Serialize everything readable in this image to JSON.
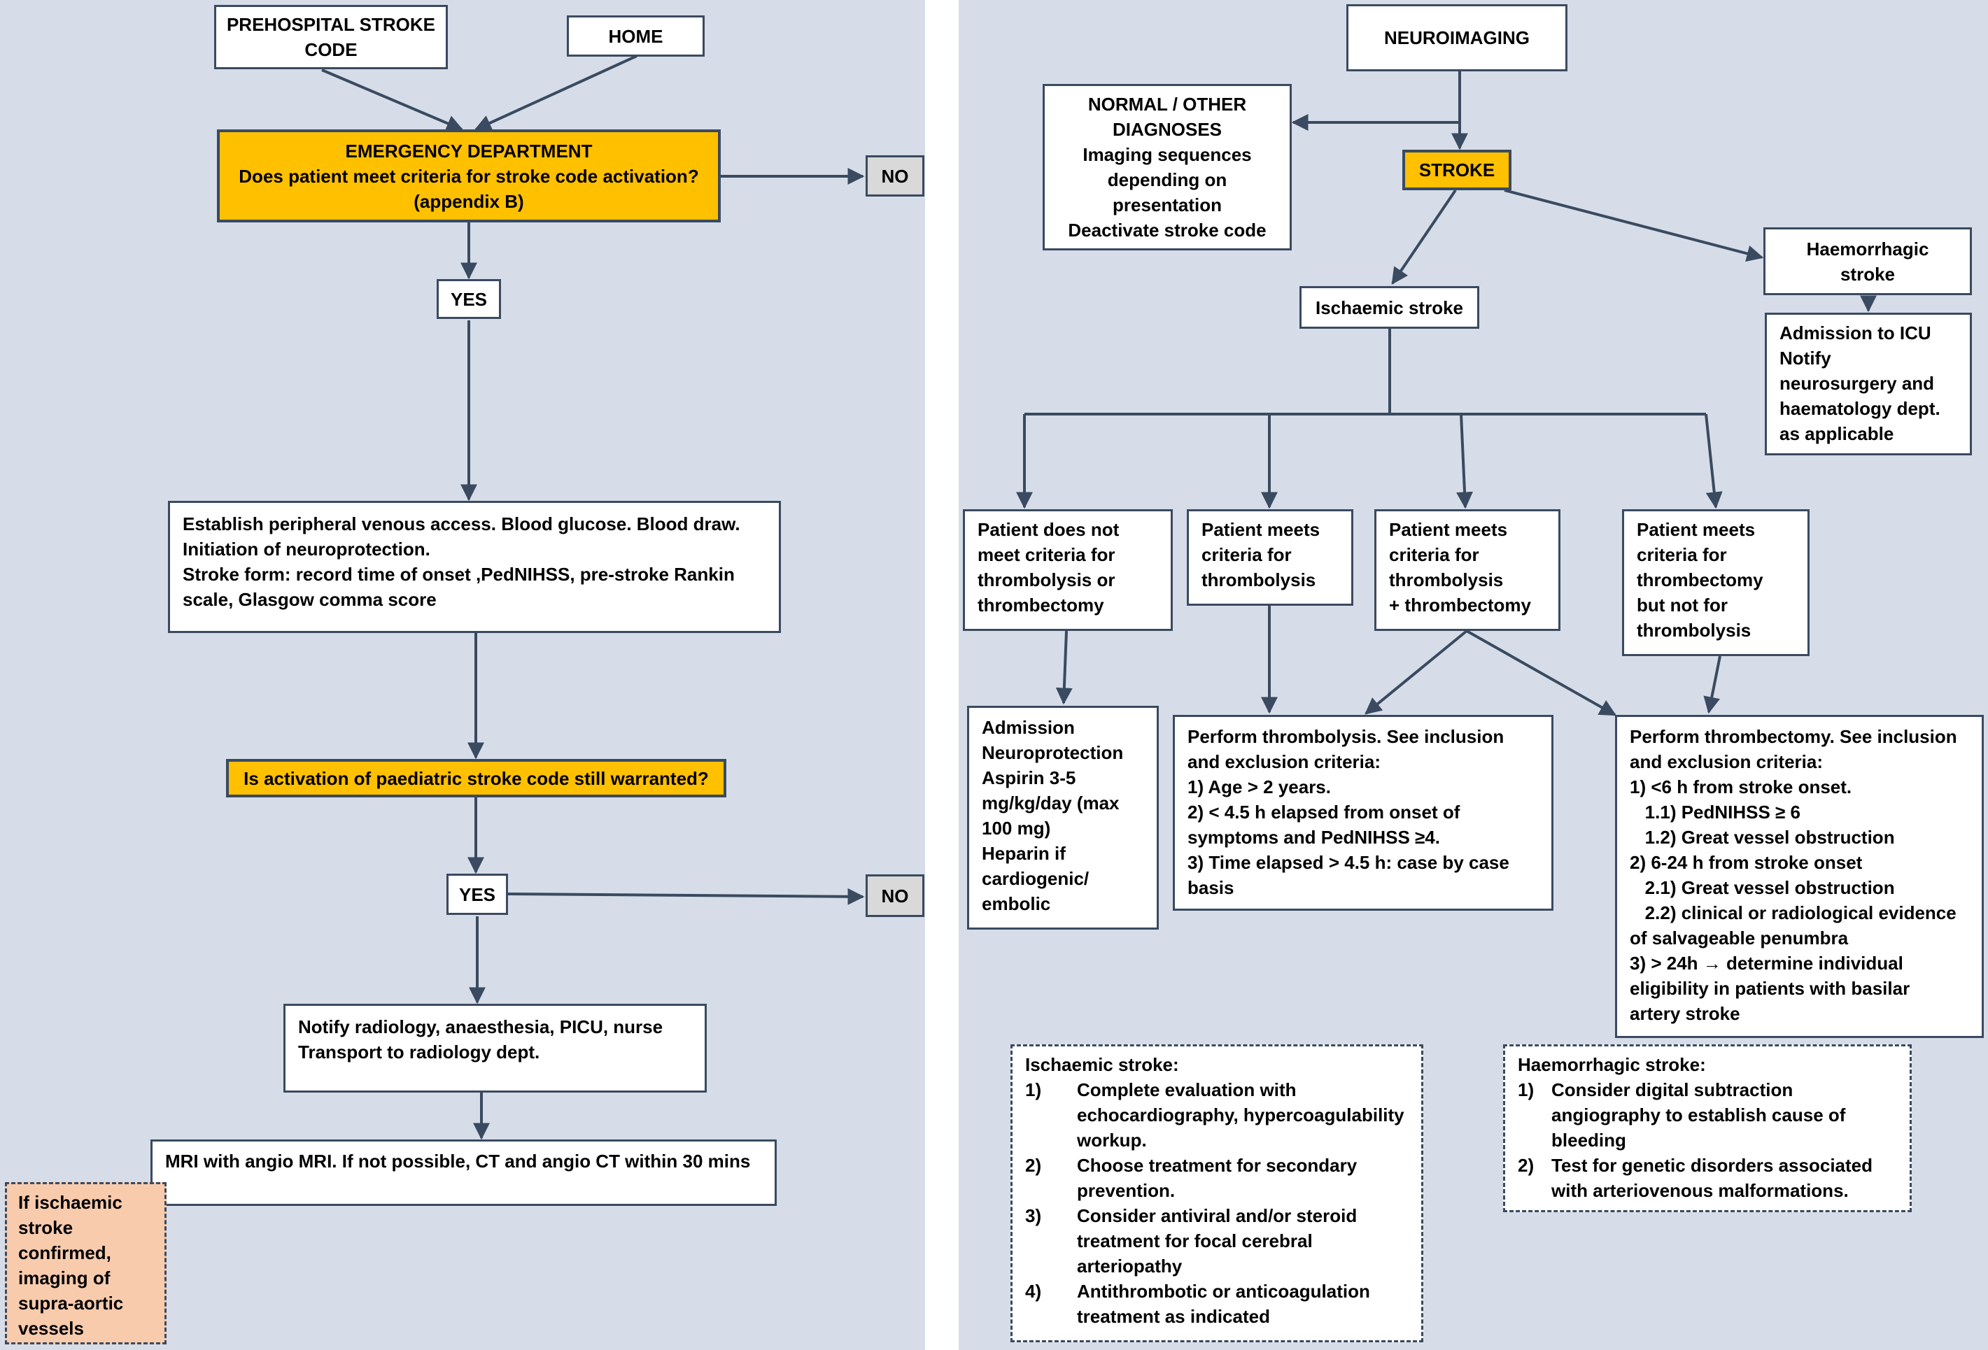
{
  "left": {
    "prehospital": [
      "PREHOSPITAL STROKE",
      "CODE"
    ],
    "home": "HOME",
    "emergency": [
      "EMERGENCY DEPARTMENT",
      "Does patient meet criteria for stroke code activation?",
      "(appendix B)"
    ],
    "no1": "NO",
    "yes1": "YES",
    "establish": [
      "Establish peripheral venous access. Blood glucose. Blood draw.",
      "Initiation of neuroprotection.",
      "Stroke form: record time of onset ,PedNIHSS, pre-stroke Rankin",
      "scale, Glasgow comma score"
    ],
    "activation": "Is activation of paediatric stroke code still warranted?",
    "yes2": "YES",
    "no2": "NO",
    "notify": [
      "Notify radiology, anaesthesia, PICU, nurse",
      "Transport to radiology dept."
    ],
    "mri": "MRI with angio MRI. If not possible, CT and angio CT within 30 mins",
    "ischaemic_note": [
      "If ischaemic",
      "stroke",
      "confirmed,",
      "imaging of",
      "supra-aortic",
      "vessels"
    ]
  },
  "right": {
    "neuroimaging": "NEUROIMAGING",
    "normal": [
      "NORMAL / OTHER",
      "DIAGNOSES",
      "Imaging sequences",
      "depending on",
      "presentation",
      "Deactivate stroke code"
    ],
    "stroke": "STROKE",
    "haemorrhagic": [
      "Haemorrhagic",
      "stroke"
    ],
    "icu": [
      "Admission to ICU",
      "Notify",
      "neurosurgery and",
      "haematology dept.",
      "as applicable"
    ],
    "ischaemic": "Ischaemic stroke",
    "crit_none": [
      "Patient does not",
      "meet criteria for",
      "thrombolysis or",
      "thrombectomy"
    ],
    "crit_lysis": [
      "Patient meets",
      "criteria for",
      "thrombolysis"
    ],
    "crit_both": [
      "Patient meets",
      "criteria for",
      "thrombolysis",
      "+ thrombectomy"
    ],
    "crit_ectomy": [
      "Patient meets",
      "criteria for",
      "thrombectomy",
      "but not for",
      "thrombolysis"
    ],
    "admission": [
      "Admission",
      "Neuroprotection",
      "Aspirin 3-5",
      "mg/kg/day (max",
      "100 mg)",
      "Heparin if",
      "cardiogenic/",
      "embolic"
    ],
    "thrombolysis": [
      "Perform thrombolysis. See inclusion",
      "and exclusion criteria:",
      "1) Age > 2 years.",
      "2) < 4.5 h elapsed from onset of",
      "symptoms and PedNIHSS ≥4.",
      "3) Time elapsed > 4.5 h: case by case",
      "basis"
    ],
    "thrombectomy": [
      "Perform thrombectomy. See inclusion",
      "and exclusion criteria:",
      "1) <6 h from stroke onset.",
      "   1.1) PedNIHSS ≥ 6",
      "   1.2) Great vessel obstruction",
      "2) 6-24 h from stroke onset",
      "   2.1) Great vessel obstruction",
      "   2.2) clinical or radiological evidence",
      "of salvageable penumbra",
      "3) > 24h → determine individual",
      "eligibility in patients with basilar",
      "artery stroke"
    ],
    "isch_box": {
      "title": "Ischaemic stroke:",
      "items": [
        {
          "num": "1)",
          "lines": [
            "Complete evaluation with",
            "echocardiography, hypercoagulability",
            "workup."
          ]
        },
        {
          "num": "2)",
          "lines": [
            "Choose treatment for secondary",
            "prevention."
          ]
        },
        {
          "num": "3)",
          "lines": [
            "Consider antiviral and/or steroid",
            "treatment for focal  cerebral",
            "arteriopathy"
          ]
        },
        {
          "num": "4)",
          "lines": [
            "Antithrombotic or anticoagulation",
            "treatment as indicated"
          ]
        }
      ]
    },
    "haem_box": {
      "title": "Haemorrhagic stroke:",
      "items": [
        {
          "num": "1)",
          "lines": [
            "Consider digital subtraction",
            "angiography  to establish cause of",
            "bleeding"
          ]
        },
        {
          "num": "2)",
          "lines": [
            "Test for genetic disorders associated",
            "with arteriovenous malformations."
          ]
        }
      ]
    }
  }
}
